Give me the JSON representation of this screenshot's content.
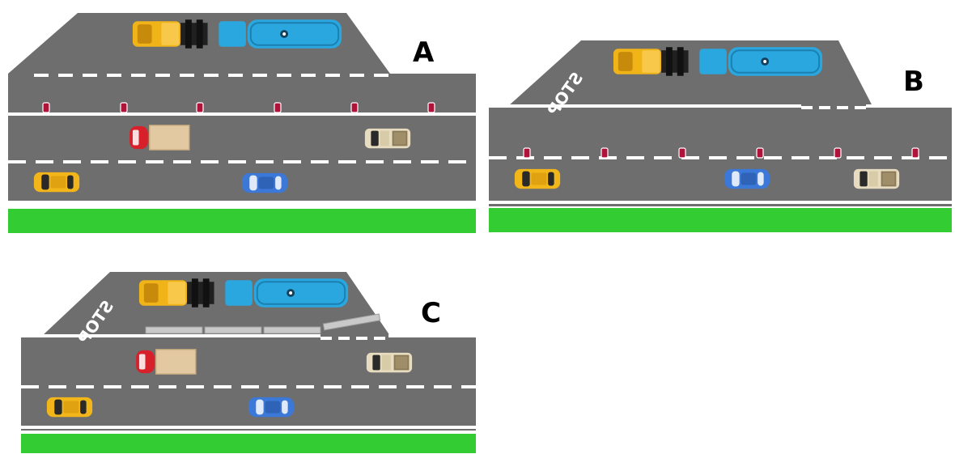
{
  "colors": {
    "background": "#ffffff",
    "asphalt": "#6e6e6e",
    "asphalt_dark": "#5f5f5f",
    "lane_marking": "#ffffff",
    "grass": "#33cc33",
    "grass_edge": "#22aa22",
    "delineator": "#b0123a",
    "barrier": "#c9c9c9",
    "cab_yellow": "#f0b419",
    "tank_blue": "#2aa7df",
    "car_red": "#d8202a",
    "cargo_beige": "#e3c9a2",
    "car_yellow": "#f2b51a",
    "car_blue": "#3b78d8",
    "car_beige": "#e8dcc0"
  },
  "panels": [
    {
      "id": "A",
      "label": "A",
      "stop_marking": null,
      "median": "delineators"
    },
    {
      "id": "B",
      "label": "B",
      "stop_marking": "STOP",
      "median": "delineators"
    },
    {
      "id": "C",
      "label": "C",
      "stop_marking": "STOP",
      "median": "barrier"
    }
  ],
  "vehicles": {
    "tanker": "tanker-truck-icon",
    "box_truck": "red-box-truck-icon",
    "pickup": "beige-pickup-icon",
    "taxi": "yellow-taxi-icon",
    "sedan": "blue-sedan-icon"
  }
}
